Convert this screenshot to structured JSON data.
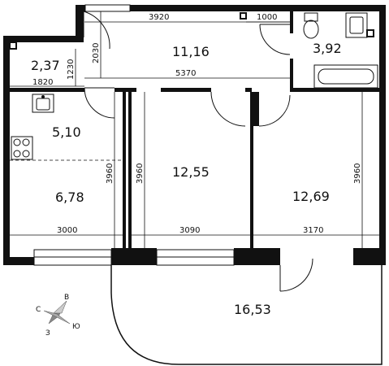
{
  "rooms": [
    {
      "id": "hall",
      "area": "11,16"
    },
    {
      "id": "bathroom",
      "area": "3,92"
    },
    {
      "id": "wc",
      "area": "2,37"
    },
    {
      "id": "kitchen-small",
      "area": "5,10"
    },
    {
      "id": "kitchen-large",
      "area": "6,78"
    },
    {
      "id": "room-middle",
      "area": "12,55"
    },
    {
      "id": "room-right",
      "area": "12,69"
    },
    {
      "id": "balcony",
      "area": "16,53"
    }
  ],
  "dimensions": {
    "hall_width": "3920",
    "bath_width": "1000",
    "hall_height": "2030",
    "wc_height": "1230",
    "wc_width": "1820",
    "corridor_width": "5370",
    "kitchen_height": "3960",
    "middle_height": "3960",
    "right_height": "3960",
    "kitchen_width": "3000",
    "middle_width": "3090",
    "right_width": "3170"
  },
  "compass": {
    "north": "В",
    "west": "С",
    "south": "З",
    "east": "Ю"
  }
}
